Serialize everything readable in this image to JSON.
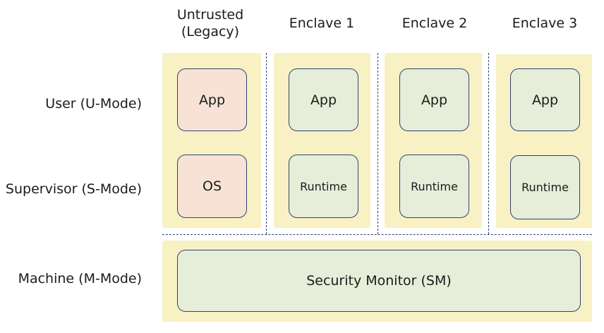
{
  "columns": [
    {
      "header": "Untrusted\n(Legacy)",
      "app": "App",
      "lower": "OS"
    },
    {
      "header": "Enclave 1",
      "app": "App",
      "lower": "Runtime"
    },
    {
      "header": "Enclave 2",
      "app": "App",
      "lower": "Runtime"
    },
    {
      "header": "Enclave 3",
      "app": "App",
      "lower": "Runtime"
    }
  ],
  "rows": {
    "user": "User (U-Mode)",
    "supervisor": "Supervisor (S-Mode)",
    "machine": "Machine (M-Mode)"
  },
  "machine_box": "Security Monitor (SM)",
  "colors": {
    "panel": "#f8f1c4",
    "untrusted_box": "#f8e2d6",
    "enclave_box": "#e6eed9",
    "border": "#2f4470"
  }
}
